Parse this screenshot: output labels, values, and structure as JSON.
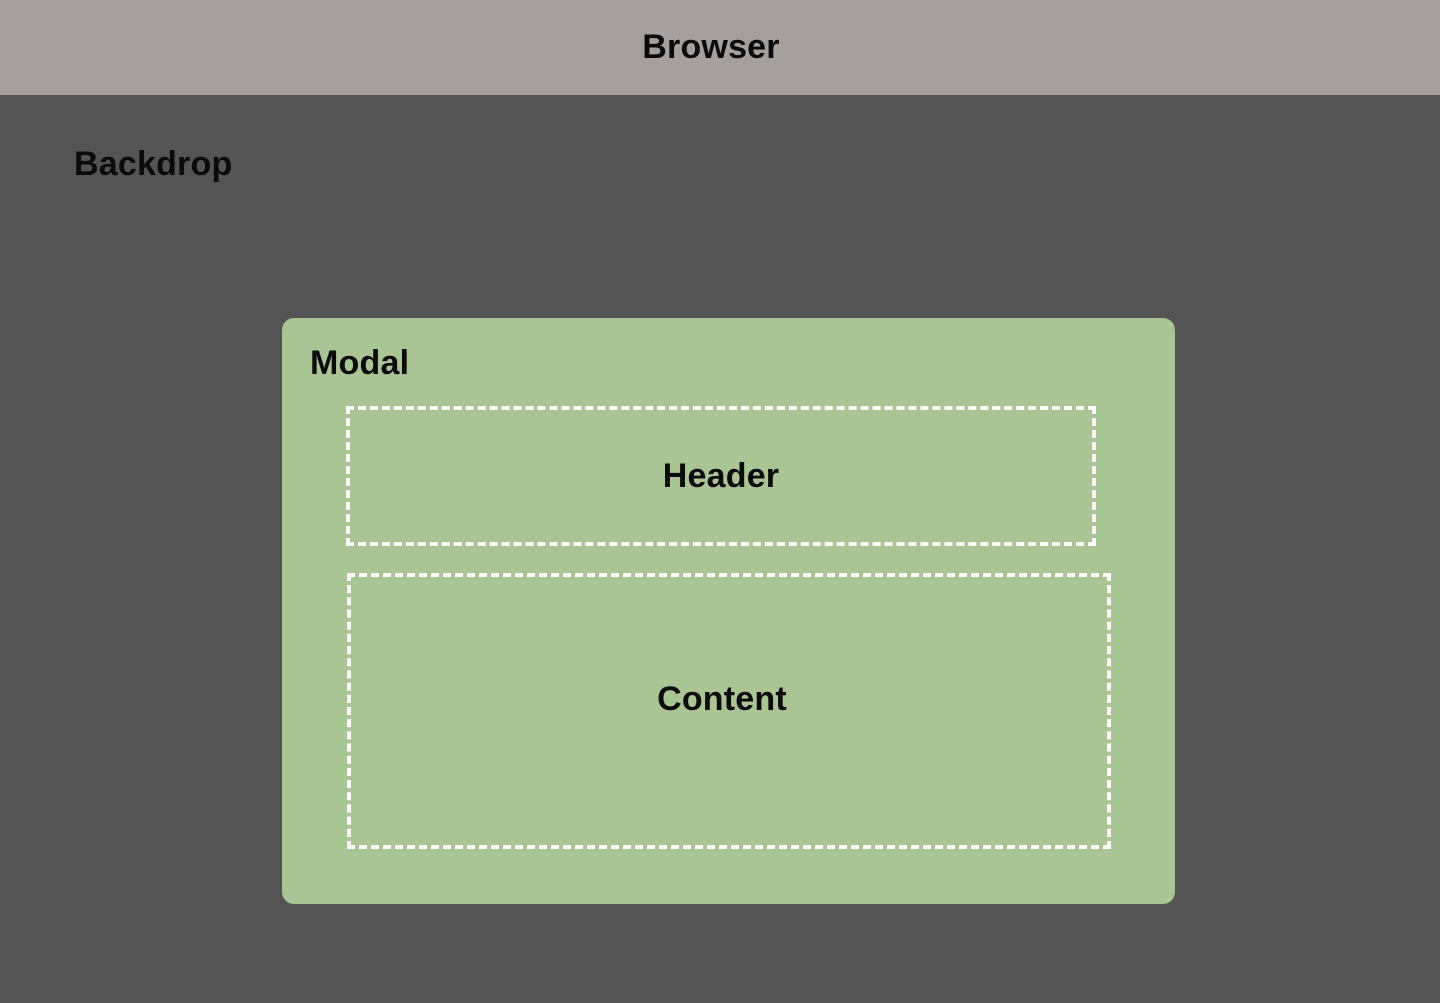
{
  "browser": {
    "label": "Browser"
  },
  "backdrop": {
    "label": "Backdrop"
  },
  "modal": {
    "label": "Modal",
    "header": {
      "label": "Header"
    },
    "content": {
      "label": "Content"
    }
  },
  "colors": {
    "browser_bar": "#a59f9e",
    "backdrop": "#545454",
    "modal": "#a9c594",
    "dashed_border": "#ffffff",
    "text": "#0b0b0b"
  }
}
